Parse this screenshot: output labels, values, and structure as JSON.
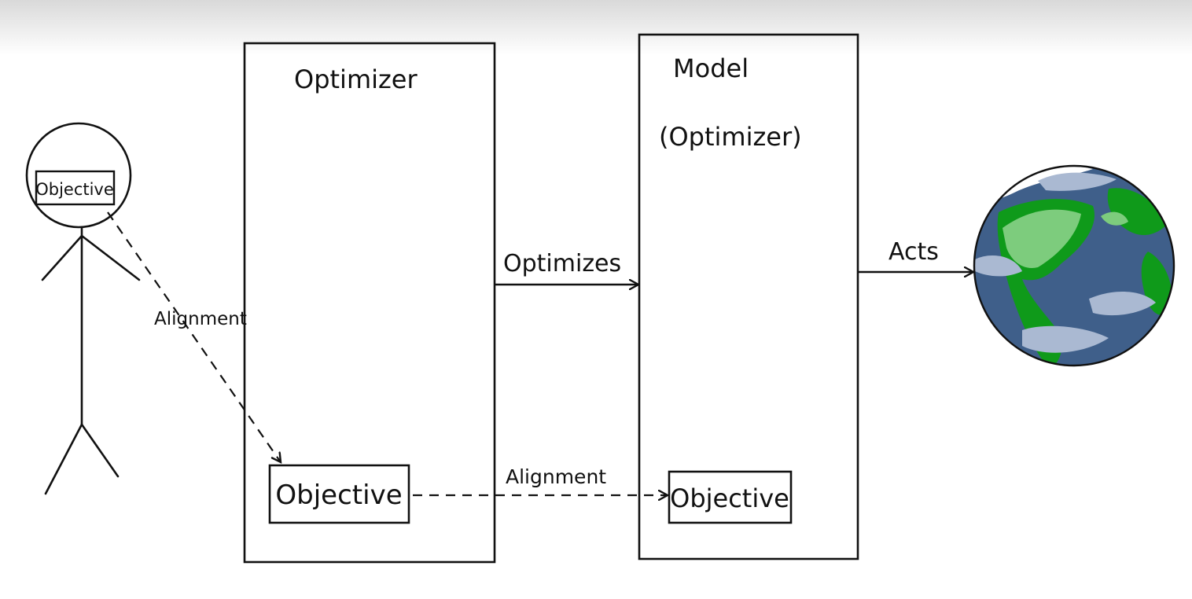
{
  "person": {
    "objective_label": "Objective"
  },
  "optimizer_box": {
    "title": "Optimizer",
    "objective_label": "Objective"
  },
  "model_box": {
    "title_line1": "Model",
    "title_line2": "(Optimizer)",
    "objective_label": "Objective"
  },
  "arrows": {
    "optimizes_label": "Optimizes",
    "acts_label": "Acts",
    "alignment_top_label": "Alignment",
    "alignment_bottom_label": "Alignment"
  },
  "colors": {
    "ink": "#111111",
    "ocean": "#3f5f8a",
    "land": "#0f9a1a",
    "land_light": "#7dcc7d",
    "cloud": "#aab9d2",
    "ice": "#ffffff"
  }
}
